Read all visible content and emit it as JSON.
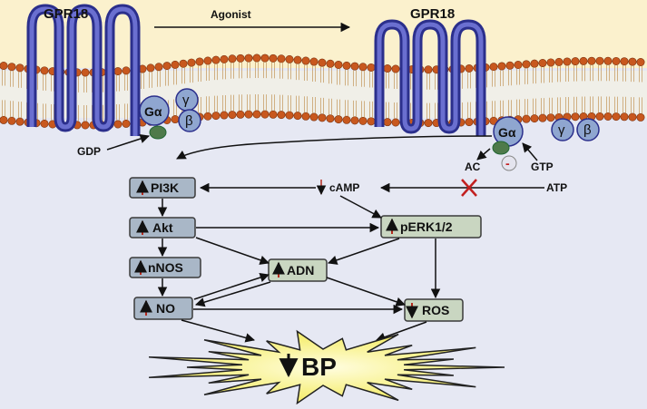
{
  "receptor_left": "GPR18",
  "receptor_right": "GPR18",
  "agonist": "Agonist",
  "subunits": {
    "alpha": "Gα",
    "gamma": "γ",
    "beta": "β"
  },
  "gdp": "GDP",
  "gtp": "GTP",
  "ac": "AC",
  "atp": "ATP",
  "camp": "cAMP",
  "inhibit_sign": "-",
  "boxes": {
    "pi3k": "PI3K",
    "akt": "Akt",
    "nnos": "nNOS",
    "no": "NO",
    "perk": "pERK1/2",
    "adn": "ADN",
    "ros": "ROS"
  },
  "bp": "BP",
  "colors": {
    "membrane_bead": "#c8581e",
    "receptor": "#2b2f8c",
    "gprotein": "#8fa6d0",
    "up_arrow": "#b52a1e",
    "burst": "#f6f27a"
  }
}
